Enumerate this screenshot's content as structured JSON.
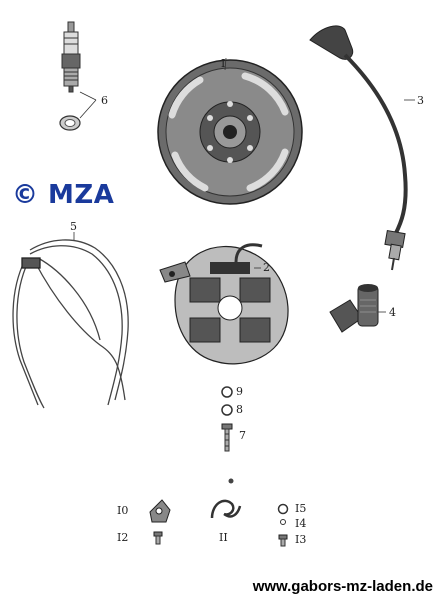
{
  "watermark": {
    "text": "© MZA",
    "color": "#1a3a9c"
  },
  "website": {
    "text": "www.gabors-mz-laden.de"
  },
  "part_labels": {
    "flywheel": "I",
    "stator_plate": "2",
    "ignition_cable": "3",
    "spark_plug_connector": "4",
    "wiring_harness": "5",
    "spark_plug": "6",
    "screw_7": "7",
    "washer_8": "8",
    "washer_9": "9",
    "part_10": "I0",
    "part_11": "II",
    "part_12": "I2",
    "part_13": "I3",
    "part_14": "I4",
    "part_15": "I5"
  }
}
